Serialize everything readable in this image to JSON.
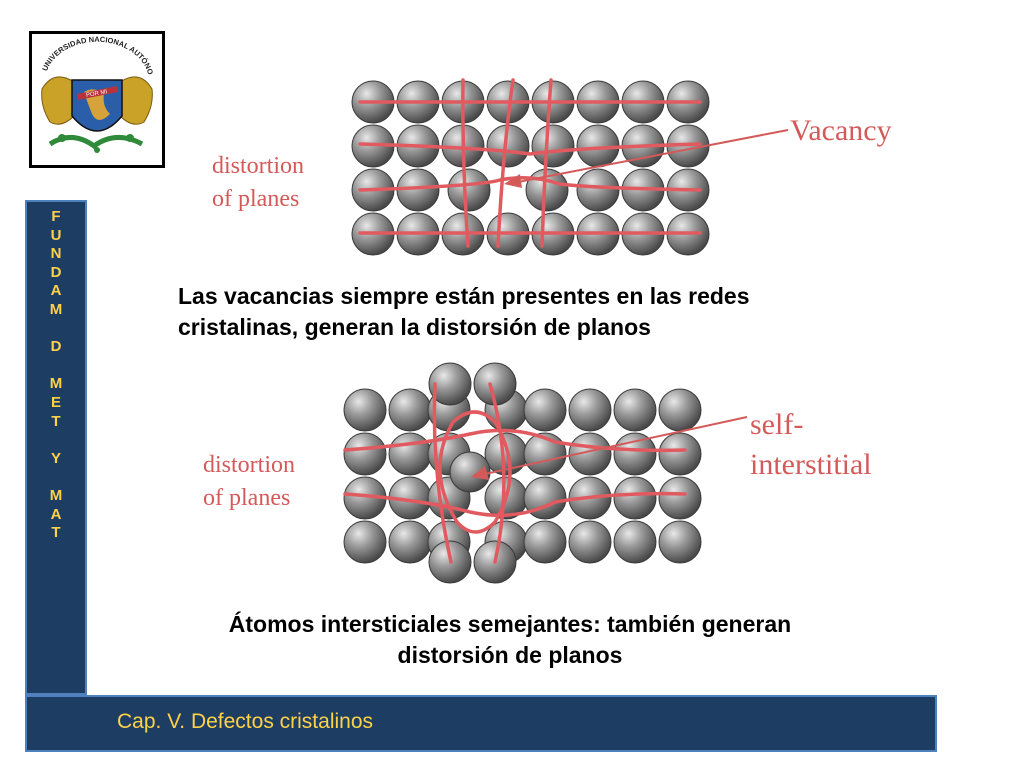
{
  "logo": {
    "icon": "unam-crest-icon",
    "text": "UNIVERSIDAD NACIONAL AUTÓNOMA DE MÉXICO"
  },
  "sidebar": {
    "letters": [
      "F",
      "U",
      "N",
      "D",
      "A",
      "M",
      "",
      "D",
      "",
      "M",
      "E",
      "T",
      "",
      "Y",
      "",
      "M",
      "A",
      "T"
    ]
  },
  "diagram_vacancy": {
    "distortion_label": [
      "distortion",
      "of planes"
    ],
    "arrow_label": "Vacancy"
  },
  "caption_vacancy": {
    "line1": "Las vacancias siempre están presentes en las redes",
    "line2": "cristalinas,  generan la distorsión de planos"
  },
  "diagram_interstitial": {
    "distortion_label": [
      "distortion",
      "of planes"
    ],
    "arrow_label": [
      "self-",
      "interstitial"
    ]
  },
  "caption_interstitial": {
    "line1": "Átomos intersticiales semejantes: también generan",
    "line2": "distorsión de planos"
  },
  "footer": {
    "title": "Cap. V. Defectos cristalinos"
  },
  "colors": {
    "bar_bg": "#1d3d63",
    "bar_border": "#4f81bd",
    "accent_text": "#ffd24a",
    "distortion_red": "#e05a60"
  }
}
